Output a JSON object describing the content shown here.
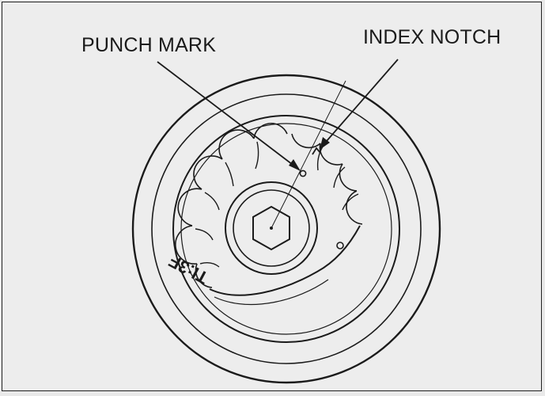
{
  "callouts": {
    "punch_mark": "PUNCH MARK",
    "index_notch": "INDEX NOTCH"
  },
  "pulley_marking": "TI:3F"
}
